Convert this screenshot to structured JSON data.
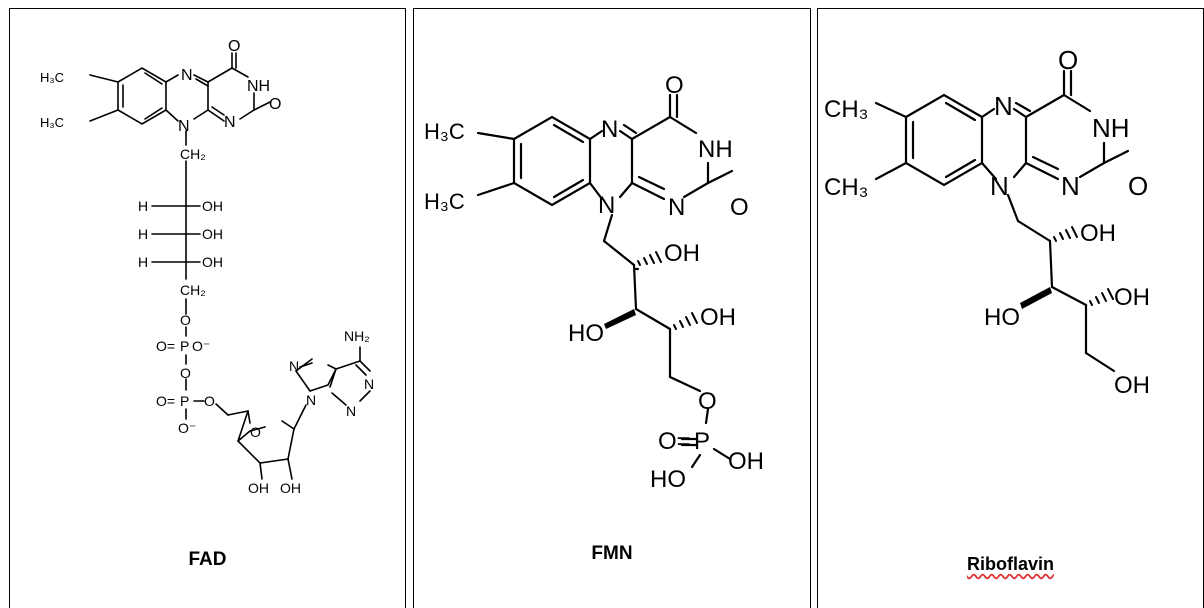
{
  "panels": [
    {
      "caption": "FAD",
      "atoms": {
        "h3c_top": "H₃C",
        "h3c_bottom": "H₃C",
        "n1": "N",
        "n2": "N",
        "n3": "N",
        "nh": "NH",
        "o_top": "O",
        "o_right": "O",
        "ch2_top": "CH₂",
        "h1": "H",
        "oh1": "OH",
        "h2": "H",
        "oh2": "OH",
        "h3": "H",
        "oh3": "OH",
        "ch2_bottom": "CH₂",
        "o_link1": "O",
        "p1_oeq": "O=",
        "p1": "P",
        "p1_ominus": "O⁻",
        "o_bridge": "O",
        "p2_oeq": "O=",
        "p2": "P",
        "p2_o": "O",
        "p2_ominus": "O⁻",
        "o_ring": "O",
        "n_ad1": "N",
        "n_ad2": "N",
        "n_ad3": "N",
        "n_ad4": "N",
        "nh2": "NH₂",
        "oh_left": "OH",
        "oh_right": "OH"
      }
    },
    {
      "caption": "FMN",
      "atoms": {
        "h3c_top": "H₃C",
        "h3c_bottom": "H₃C",
        "n1": "N",
        "n2": "N",
        "n3": "N",
        "nh": "NH",
        "o_top": "O",
        "o_right": "O",
        "oh1": "OH",
        "ho": "HO",
        "oh2": "OH",
        "o_link": "O",
        "p_oeq": "O=",
        "p": "P",
        "p_ho": "HO",
        "p_oh": "OH"
      }
    },
    {
      "caption": "Riboflavin",
      "atoms": {
        "ch3_top": "CH₃",
        "ch3_bottom": "CH₃",
        "n1": "N",
        "n2": "N",
        "n3": "N",
        "nh": "NH",
        "o_top": "O",
        "o_right": "O",
        "oh1": "OH",
        "ho": "HO",
        "oh2": "OH",
        "oh3": "OH"
      }
    }
  ]
}
